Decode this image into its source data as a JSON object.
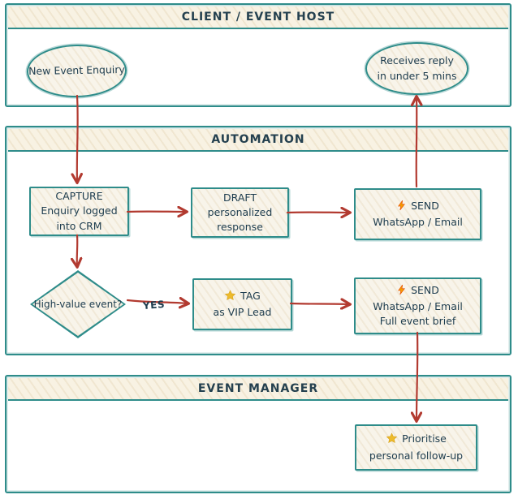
{
  "colors": {
    "teal": "#2e8c8a",
    "arrow_red": "#b23a30",
    "text": "#1d3c4e",
    "gold": "#e9b62a",
    "orange_bolt": "#f59f00",
    "cream": "#f8f2e3"
  },
  "lanes": {
    "client": {
      "title": "CLIENT / EVENT HOST"
    },
    "automation": {
      "title": "AUTOMATION"
    },
    "manager": {
      "title": "EVENT MANAGER"
    }
  },
  "nodes": {
    "new_enquiry": {
      "label": "New Event Enquiry"
    },
    "receives_reply": {
      "line1": "Receives reply",
      "line2": "in under 5 mins"
    },
    "capture": {
      "line1": "CAPTURE",
      "line2": "Enquiry logged",
      "line3": "into CRM"
    },
    "draft": {
      "line1": "DRAFT",
      "line2": "personalized",
      "line3": "response"
    },
    "send_reply": {
      "icon": "lightning-icon",
      "line1": "SEND",
      "line2": "WhatsApp / Email"
    },
    "decision": {
      "label": "High-value event?"
    },
    "tag_vip": {
      "icon": "star-icon",
      "line1": "TAG",
      "line2": "as VIP Lead"
    },
    "send_brief": {
      "icon": "lightning-icon",
      "line1": "SEND",
      "line2": "WhatsApp / Email",
      "line3": "Full event brief"
    },
    "prioritise": {
      "icon": "star-icon",
      "line1": "Prioritise",
      "line2": "personal follow-up"
    }
  },
  "edges": {
    "yes_label": "YES"
  }
}
